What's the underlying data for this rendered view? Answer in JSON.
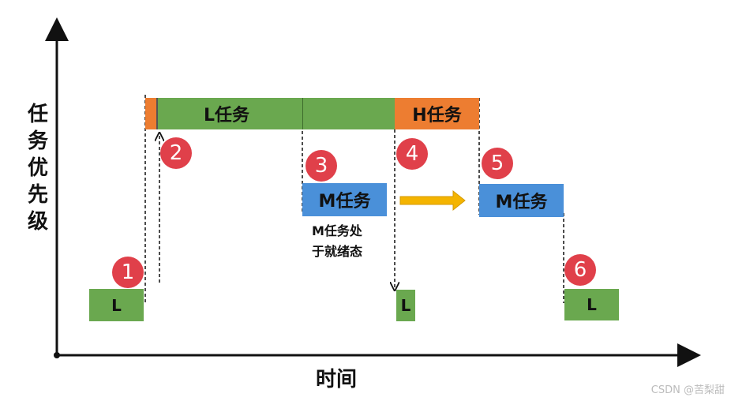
{
  "y_axis_label": "任务优先级",
  "x_axis_label": "时间",
  "blocks": {
    "l_start": "L",
    "l_task": "L任务",
    "h_task": "H任务",
    "m_task_1": "M任务",
    "m_task_2": "M任务",
    "l_mid": "L",
    "l_end": "L"
  },
  "markers": [
    "1",
    "2",
    "3",
    "4",
    "5",
    "6"
  ],
  "note": {
    "line1": "M任务处",
    "line2": "于就绪态"
  },
  "watermark": "CSDN @苦梨甜",
  "colors": {
    "green": "#6aa84f",
    "orange": "#ed7d31",
    "blue": "#4a90d9",
    "marker": "#e0404a",
    "arrow": "#f4b400"
  }
}
